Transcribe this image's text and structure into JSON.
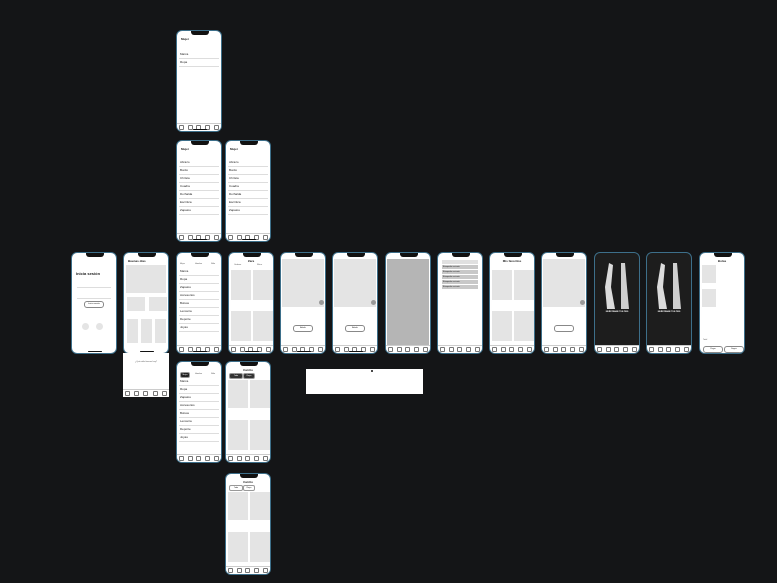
{
  "screens": {
    "login": {
      "title": "Inicia sesión",
      "login_button": "Iniciar sesión"
    },
    "home": {
      "title": "Buenas días"
    },
    "categories": {
      "tabs": [
        "Mujer",
        "Hombre",
        "Niño"
      ],
      "items": [
        "Marca",
        "Ropa",
        "Zapatos",
        "Accesorios",
        "Bolsos",
        "Lencería",
        "Deporte",
        "Joyas"
      ]
    },
    "mujer_menu": {
      "title": "Mujer",
      "items": [
        "Marca",
        "Ropa"
      ]
    },
    "mujer_list_a": {
      "title": "Mujer",
      "items": [
        "Abrazo",
        "Bordo",
        "Chrísta",
        "Cuadra",
        "Dorhalda",
        "Escrítica",
        "Zapatos"
      ]
    },
    "mujer_list_b": {
      "title": "Mujer",
      "items": [
        "Abrazo",
        "Bordo",
        "Chrísta",
        "Cuadra",
        "Dorhalda",
        "Escrítica",
        "Zapatos"
      ]
    },
    "cart_a": {
      "title": "Carrito",
      "chips": [
        "Todo",
        "Ropa"
      ]
    },
    "cart_b": {
      "title": "Carrito",
      "chips": [
        "Todo",
        "Ropa"
      ]
    },
    "product_a": {
      "title": "Zara",
      "filters": [
        "Ordenar",
        "Filtrar"
      ]
    },
    "product_b": {
      "button": "Añadir"
    },
    "product_c": {
      "button": "Añadir"
    },
    "search": {
      "results": [
        "Búsqueda reciente",
        "Búsqueda reciente",
        "Búsqueda reciente",
        "Búsqueda reciente",
        "Búsqueda reciente"
      ]
    },
    "favorites": {
      "title": "Mis favoritos"
    },
    "feet_a": {
      "banner": "MUÉSTRAME TUS PIES"
    },
    "feet_b": {
      "banner": "MUÉSTRAME TUS PIES"
    },
    "checkout": {
      "title": "Bolsa",
      "total_label": "Total",
      "buy_button": "Pagar",
      "continue_button": "Seguir"
    },
    "home_footer": {
      "caption": "¿Qué estilo buscas hoy?"
    }
  },
  "colors": {
    "canvas": "#141517",
    "screen": "#ffffff",
    "frame": "#3d6f8a"
  },
  "icons": [
    "status-bar",
    "tab-bar-icons",
    "heart-icon",
    "back-arrow-icon"
  ]
}
